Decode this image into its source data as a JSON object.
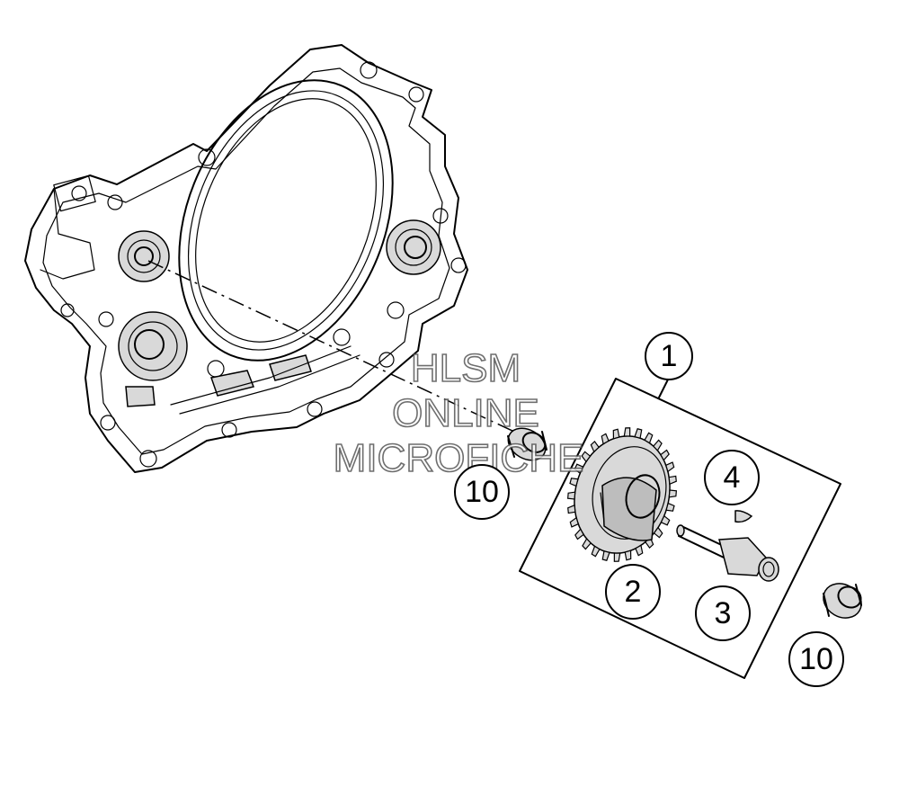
{
  "callouts": {
    "c1": "1",
    "c2": "2",
    "c3": "3",
    "c4": "4",
    "c10a": "10",
    "c10b": "10"
  },
  "watermark": {
    "line1": "HLSM",
    "line2": "ONLINE",
    "line3": "MICROFICHE"
  }
}
